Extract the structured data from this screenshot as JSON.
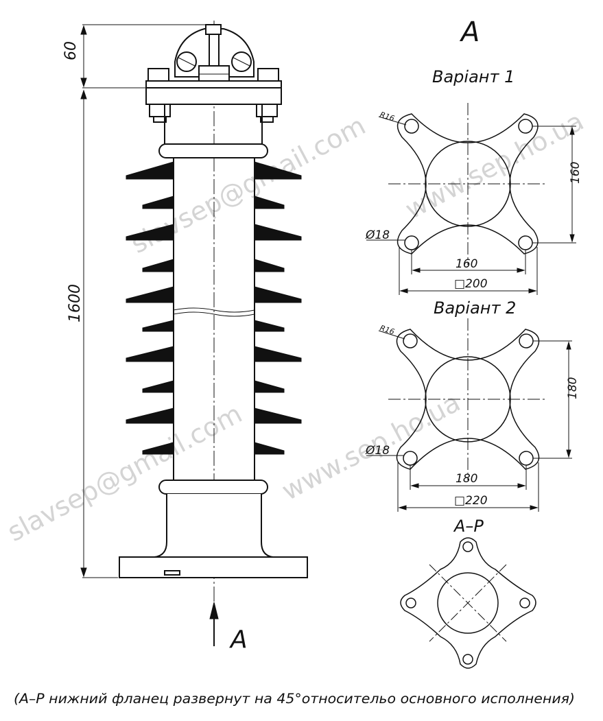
{
  "view_label_top": "A",
  "view_label_arrow": "A",
  "variant1": {
    "title": "Варіант 1",
    "radius": "R16",
    "hole": "Ø18",
    "dim_vertical": "160",
    "dim_horizontal": "160",
    "dim_overall": "□200"
  },
  "variant2": {
    "title": "Варіант 2",
    "radius": "R16",
    "hole": "Ø18",
    "dim_vertical": "180",
    "dim_horizontal": "180",
    "dim_overall": "□220"
  },
  "rotated_view": {
    "title": "А–Р"
  },
  "dims": {
    "top_height": "60",
    "total_height": "1600"
  },
  "caption": "(А–Р нижний фланец развернут на 45°относительо основного исполнения)",
  "watermarks": [
    "slavsep@gmail.com",
    "www.sep.ho.ua"
  ],
  "colors": {
    "line": "#111111",
    "watermark": "#d4d4d4",
    "background": "#ffffff"
  }
}
